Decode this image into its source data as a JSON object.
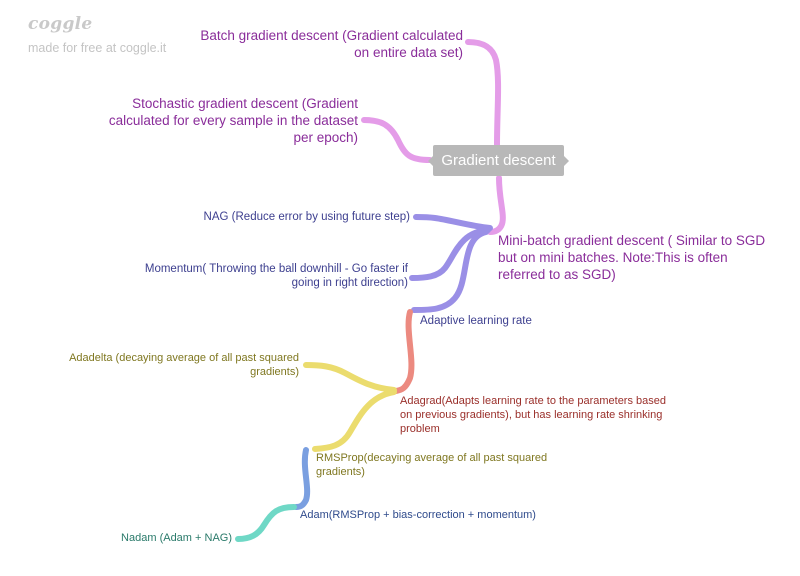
{
  "branding": {
    "logo": "coggle",
    "tagline": "made for free at coggle.it"
  },
  "mindmap": {
    "root": "Gradient descent",
    "nodes": {
      "batch": [
        "Batch gradient descent (Gradient calculated",
        "on entire data set)"
      ],
      "stochastic": [
        "Stochastic gradient descent (Gradient",
        "calculated for every sample in the dataset",
        "per epoch)"
      ],
      "minibatch": [
        "Mini-batch gradient descent ( Similar to SGD",
        "but on mini batches. Note:This is often",
        "referred to as SGD)"
      ],
      "nag": [
        "NAG (Reduce error by using future step)"
      ],
      "momentum": [
        "Momentum( Throwing the ball downhill - Go faster if",
        "going in right direction)"
      ],
      "adaptive": [
        "Adaptive learning rate"
      ],
      "adagrad": [
        "Adagrad(Adapts learning rate to the parameters based",
        "on previous gradients), but has learning rate shrinking",
        "problem"
      ],
      "adadelta": [
        "Adadelta (decaying average of all past squared",
        "gradients)"
      ],
      "rmsprop": [
        "RMSProp(decaying average of all past squared",
        "gradients)"
      ],
      "adam": [
        "Adam(RMSProp + bias-correction + momentum)"
      ],
      "nadam": [
        "Nadam (Adam + NAG)"
      ]
    }
  },
  "colors": {
    "pink": "#e49ce8",
    "purple": "#9a8fe6",
    "salmon": "#ec8a80",
    "yellow": "#ebdc6e",
    "blue": "#7a9fe0",
    "teal": "#6fd8c6"
  }
}
